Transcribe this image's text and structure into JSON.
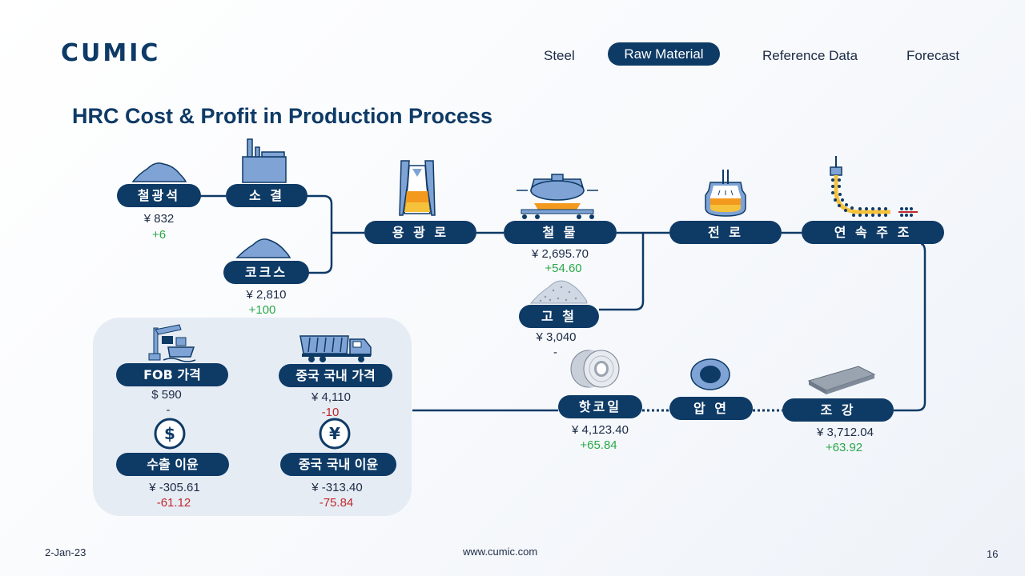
{
  "brand": {
    "logo_text": "CUMIC"
  },
  "nav": {
    "steel": "Steel",
    "raw_material": "Raw Material",
    "reference_data": "Reference Data",
    "forecast": "Forecast"
  },
  "page": {
    "title": "HRC Cost & Profit in Production Process"
  },
  "nodes": {
    "iron_ore": {
      "label": "철광석",
      "price": "¥ 832",
      "change": "+6"
    },
    "sinter": {
      "label": "소 결"
    },
    "coke": {
      "label": "코크스",
      "price": "¥ 2,810",
      "change": "+100"
    },
    "blast_furnace": {
      "label": "용 광 로"
    },
    "hot_metal": {
      "label": "철 물",
      "price": "¥ 2,695.70",
      "change": "+54.60"
    },
    "scrap": {
      "label": "고 철",
      "price": "¥ 3,040",
      "change": "-"
    },
    "converter": {
      "label": "전    로"
    },
    "continuous_casting": {
      "label": "연 속 주 조"
    },
    "slab": {
      "label": "조    강",
      "price": "¥ 3,712.04",
      "change": "+63.92"
    },
    "rolling": {
      "label": "압    연"
    },
    "hrc": {
      "label": "핫코일",
      "price": "¥ 4,123.40",
      "change": "+65.84"
    }
  },
  "panel": {
    "fob": {
      "label": "FOB 가격",
      "price": "$ 590",
      "change": "-"
    },
    "domestic_price": {
      "label": "중국 국내 가격",
      "price": "¥ 4,110",
      "change": "-10"
    },
    "export_profit": {
      "label": "수출 이윤",
      "price": "¥ -305.61",
      "change": "-61.12"
    },
    "domestic_profit": {
      "label": "중국 국내 이윤",
      "price": "¥ -313.40",
      "change": "-75.84"
    }
  },
  "footer": {
    "date": "2-Jan-23",
    "website": "www.cumic.com",
    "page_number": "16"
  },
  "colors": {
    "navy": "#0e3a66",
    "positive": "#2aa84a",
    "negative": "#c0282d",
    "panel": "#e6ecf4",
    "icon_fill": "#7fa3d4"
  }
}
